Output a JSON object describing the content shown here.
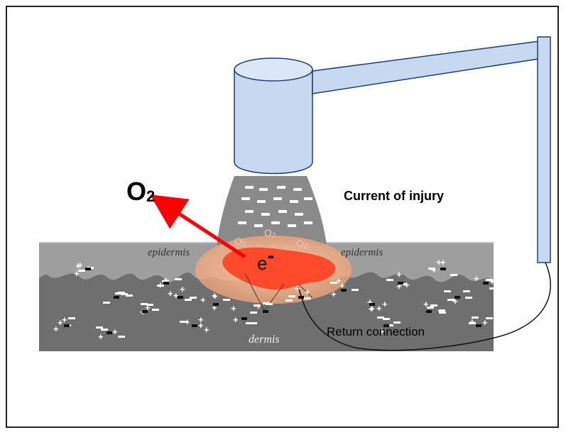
{
  "labels": {
    "oxygen_main": "O",
    "oxygen_sub": "2",
    "current_of_injury": "Current of injury",
    "epidermis_left": "epidermis",
    "epidermis_right": "epidermis",
    "dermis": "dermis",
    "electron": "e",
    "electron_charge": "-",
    "return_connection": "Return connection",
    "o2_small": [
      "O",
      "O",
      "O"
    ],
    "o2_small_sub": [
      "2",
      "2",
      "2"
    ]
  },
  "colors": {
    "probe_fill": "#c6d9f1",
    "probe_stroke": "#1f3f6f",
    "arrow": "#ff0000",
    "burn": "#ff4b2b",
    "halo": "#f7b893",
    "epidermis": "#9e9e9e",
    "dermis": "#6f6f6f",
    "cone": "#8a8a8a"
  },
  "icons": {
    "arrow": "red-arrow-icon",
    "probe": "electrode-probe-icon"
  }
}
